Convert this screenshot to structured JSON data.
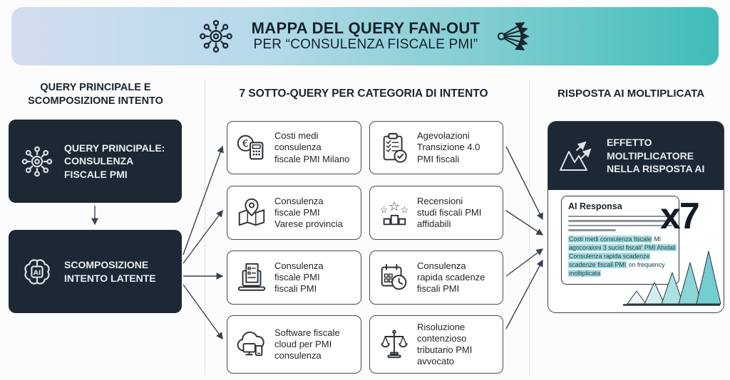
{
  "banner": {
    "title": "MAPPA DEL QUERY FAN-OUT",
    "subtitle": "PER “CONSULENZA FISCALE PMI”",
    "left_icon": "network-hub-icon",
    "right_icon": "fan-out-arrows-icon"
  },
  "left": {
    "heading_lines": [
      "QUERY PRINCIPALE E",
      "SCOMPOSIZIONE INTENTO"
    ],
    "nodes": [
      {
        "lines": [
          "QUERY PRINCIPALE:",
          "CONSULENZA",
          "FISCALE PMI"
        ],
        "icon": "network-hub-icon"
      },
      {
        "lines": [
          "SCOMPOSIZIONE",
          "INTENTO LATENTE"
        ],
        "icon": "ai-brain-icon"
      }
    ]
  },
  "middle": {
    "heading": "7 SOTTO-QUERY PER CATEGORIA DI INTENTO",
    "queries": [
      {
        "lines": [
          "Costi medi",
          "consulenza",
          "fiscale PMI Milano"
        ],
        "icon": "euro-calculator-icon"
      },
      {
        "lines": [
          "Agevolazioni",
          "Transizione 4.0",
          "PMI fiscali"
        ],
        "icon": "checklist-icon"
      },
      {
        "lines": [
          "Consulenza",
          "fiscale PMI",
          "Varese provincia"
        ],
        "icon": "map-pin-icon"
      },
      {
        "lines": [
          "Recensioni",
          "studi fiscali PMI",
          "affidabili"
        ],
        "icon": "stars-ranking-icon"
      },
      {
        "lines": [
          "Consulenza",
          "fiscale PMI",
          "fiscali PMI"
        ],
        "icon": "laptop-document-icon"
      },
      {
        "lines": [
          "Consulenza",
          "rapida scadenze",
          "fiscali PMI"
        ],
        "icon": "calendar-clock-icon"
      },
      {
        "lines": [
          "Software fiscale",
          "cloud per PMI",
          "consulenza"
        ],
        "icon": "cloud-devices-icon"
      },
      {
        "lines": [
          "Risoluzione",
          "contenzioso",
          "tributario PMI",
          "avvocato"
        ],
        "icon": "justice-scales-icon"
      }
    ]
  },
  "right": {
    "heading": "RISPOSTA AI MOLTIPLICATA",
    "effect_lines": [
      "EFFETTO",
      "MOLTIPLICATORE",
      "NELLA RISPOSTA AI"
    ],
    "effect_icon": "growth-mountain-icon",
    "card": {
      "title": "AI Responsa",
      "multiplier": "x7",
      "highlight_lines": [
        {
          "hi": "Costi medi consulenza fiscale",
          "rest": " MI"
        },
        {
          "hi": "agocoraioni 3 sucisl fiscali' PMI Ahidali",
          "rest": ""
        },
        {
          "hi": "Consulenza rapida scadenze",
          "rest": ""
        },
        {
          "hi": "scadenze fiscali PMI",
          "rest": " on frequency"
        },
        {
          "hi": "moltiplicata",
          "rest": ""
        }
      ]
    },
    "chart": {
      "type": "area",
      "peaks": [
        18,
        30,
        44,
        58,
        74
      ],
      "fills": [
        "#eaf6f8",
        "#d3edee",
        "#ace1e3",
        "#8cd6d8",
        "#73cecf"
      ],
      "stroke": "#2b3540"
    }
  },
  "colors": {
    "banner_gradient_start": "#d3ddf0",
    "banner_gradient_end": "#3fbcb9",
    "dark_node": "#1c2833",
    "highlight": "#a9dedd",
    "accent_teal": "#4fc0bd"
  }
}
